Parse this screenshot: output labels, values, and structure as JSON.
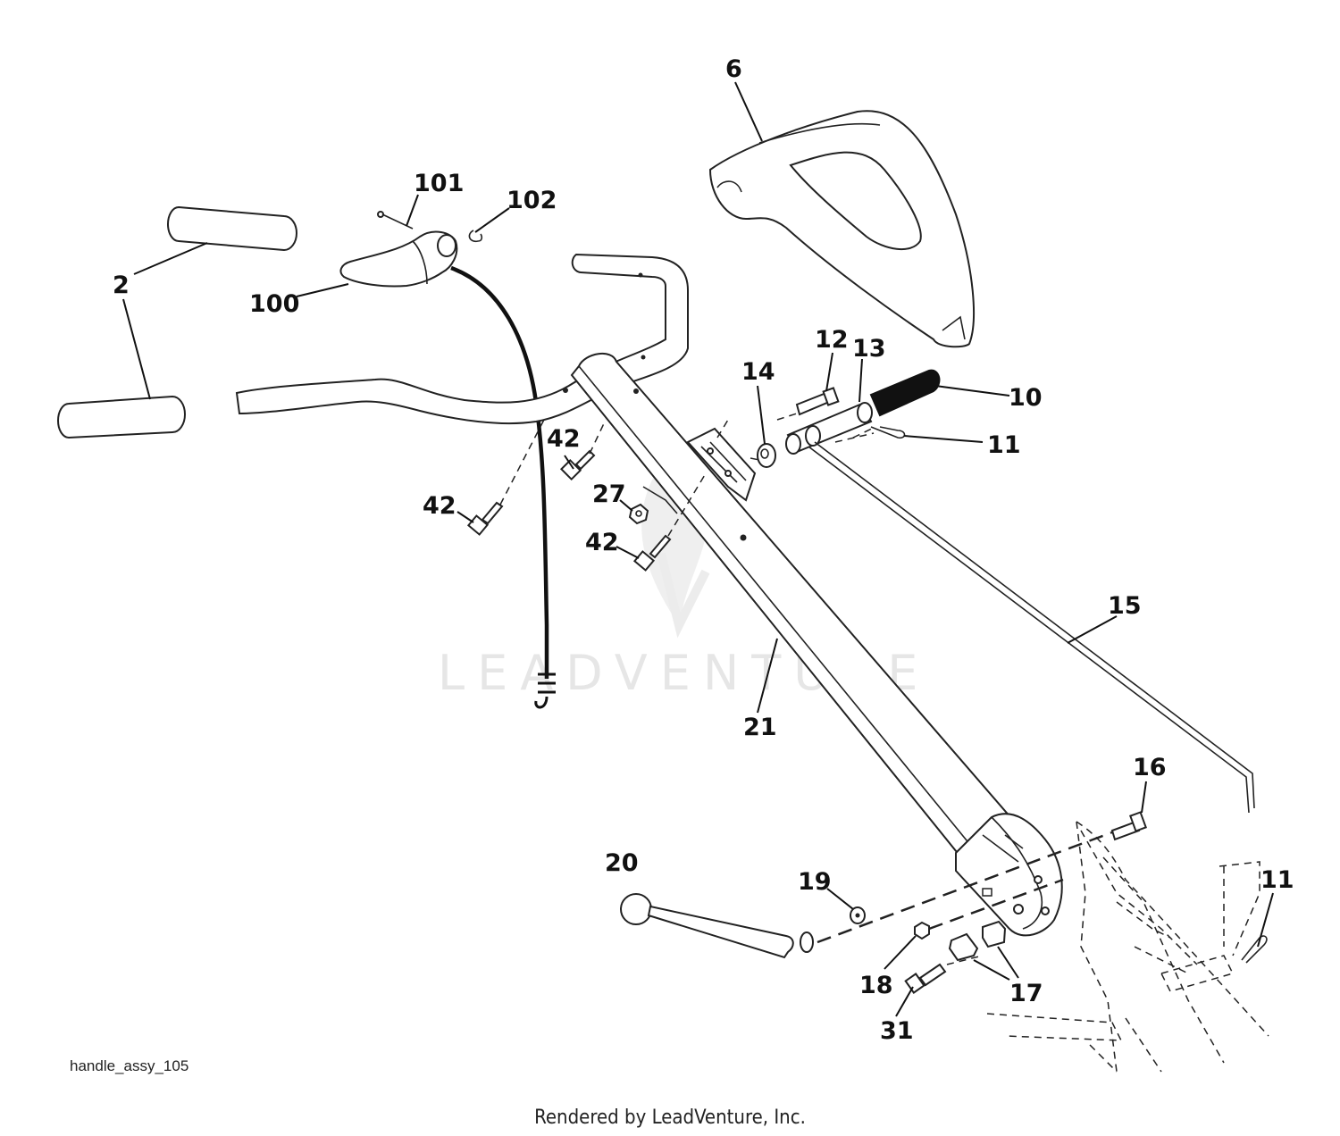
{
  "diagram": {
    "callouts": [
      {
        "id": "c6",
        "label": "6"
      },
      {
        "id": "c101",
        "label": "101"
      },
      {
        "id": "c102",
        "label": "102"
      },
      {
        "id": "c2",
        "label": "2"
      },
      {
        "id": "c100",
        "label": "100"
      },
      {
        "id": "c12",
        "label": "12"
      },
      {
        "id": "c13",
        "label": "13"
      },
      {
        "id": "c14",
        "label": "14"
      },
      {
        "id": "c10",
        "label": "10"
      },
      {
        "id": "c11a",
        "label": "11"
      },
      {
        "id": "c42a",
        "label": "42"
      },
      {
        "id": "c42b",
        "label": "42"
      },
      {
        "id": "c27",
        "label": "27"
      },
      {
        "id": "c42c",
        "label": "42"
      },
      {
        "id": "c15",
        "label": "15"
      },
      {
        "id": "c21",
        "label": "21"
      },
      {
        "id": "c16",
        "label": "16"
      },
      {
        "id": "c20",
        "label": "20"
      },
      {
        "id": "c19",
        "label": "19"
      },
      {
        "id": "c11b",
        "label": "11"
      },
      {
        "id": "c18",
        "label": "18"
      },
      {
        "id": "c17",
        "label": "17"
      },
      {
        "id": "c31",
        "label": "31"
      }
    ],
    "figure_ref": "handle_assy_105",
    "watermark": "LEADVENTURE",
    "footer": "Rendered by LeadVenture, Inc."
  },
  "colors": {
    "line": "#222222",
    "watermark": "#e6e6e6",
    "background": "#ffffff"
  }
}
